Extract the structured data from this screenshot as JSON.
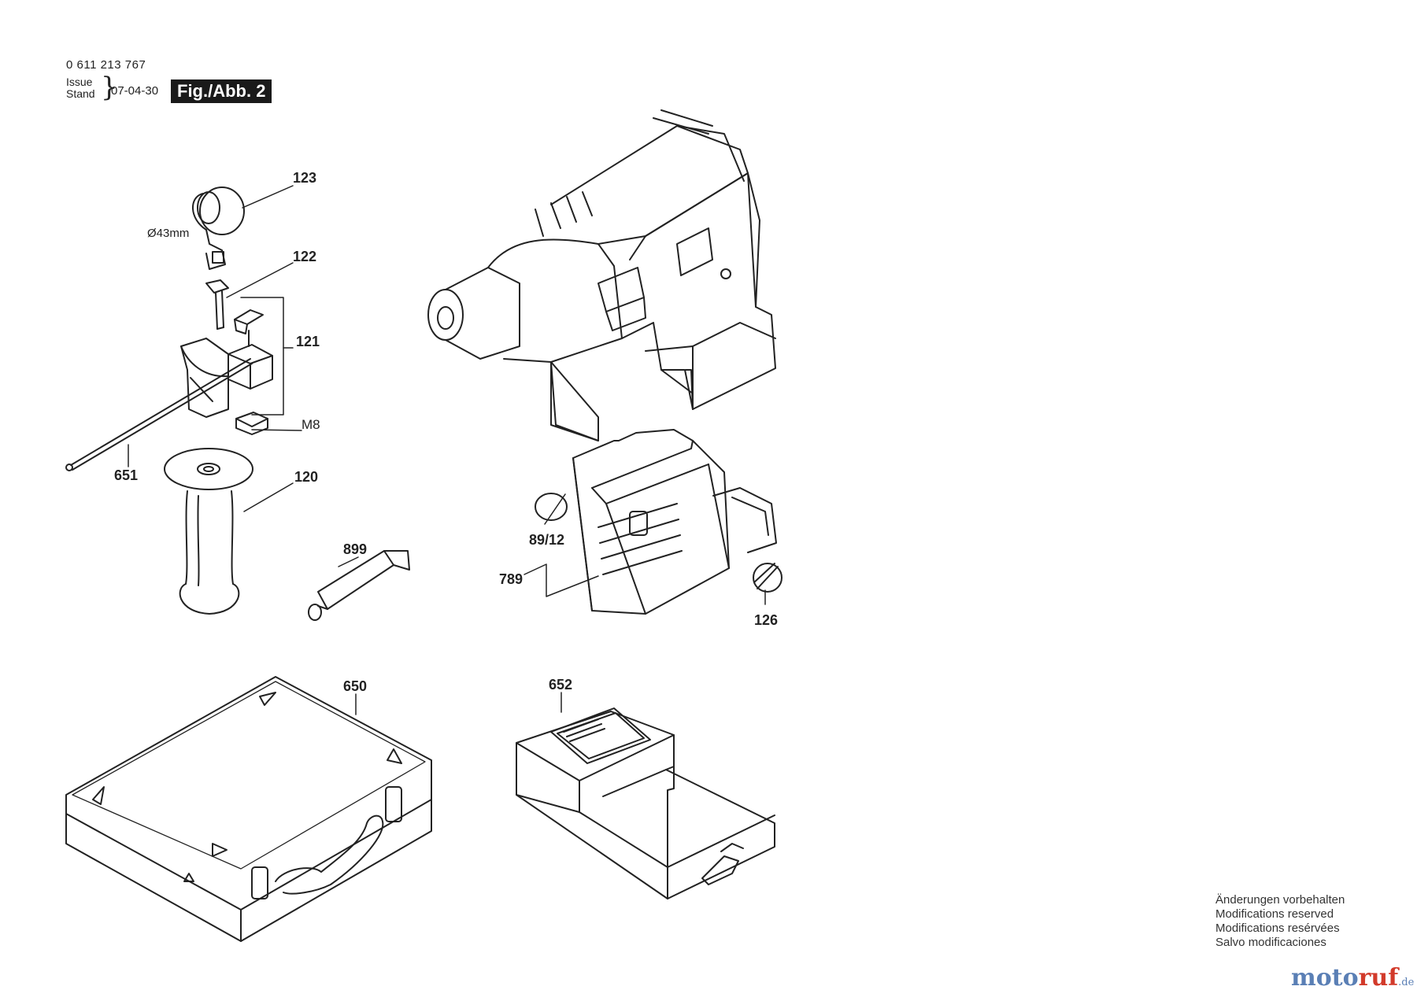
{
  "header": {
    "part_number": "0 611 213 767",
    "issue_label": "Issue",
    "stand_label": "Stand",
    "date": "07-04-30",
    "figure_label": "Fig./Abb. 2"
  },
  "callouts": {
    "c123": "123",
    "dia43": "Ø43mm",
    "c122": "122",
    "c121": "121",
    "m8": "M8",
    "c651": "651",
    "c120": "120",
    "c899": "899",
    "c8912": "89/12",
    "c789": "789",
    "c126": "126",
    "c650": "650",
    "c652": "652"
  },
  "notes": [
    "Änderungen vorbehalten",
    "Modifications reserved",
    "Modifications resérvées",
    "Salvo modificaciones"
  ],
  "watermark": {
    "part1": "moto",
    "part2": "ruf",
    "suffix": ".de"
  }
}
